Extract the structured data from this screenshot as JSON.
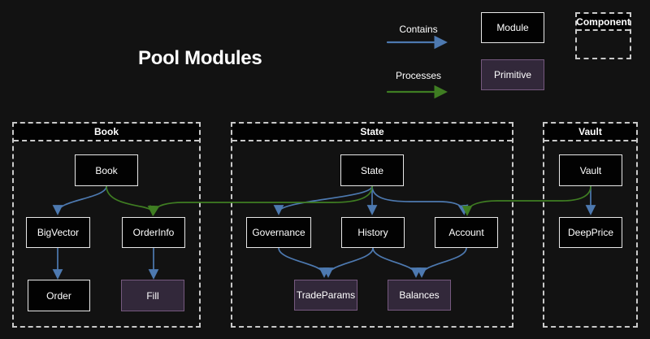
{
  "title": "Pool Modules",
  "legend": {
    "contains": "Contains",
    "processes": "Processes",
    "module": "Module",
    "primitive": "Primitive",
    "component": "Component"
  },
  "colors": {
    "background": "#121212",
    "contains_edge": "#4d79b0",
    "processes_edge": "#3f7d22",
    "module_fill": "#020202",
    "module_border": "#e8e8e8",
    "primitive_fill": "#32283a",
    "primitive_border": "#76597f",
    "container_border": "#c9c9c9",
    "text": "#ffffff"
  },
  "containers": [
    {
      "label": "Book",
      "nodes": [
        {
          "label": "Book",
          "type": "module"
        },
        {
          "label": "BigVector",
          "type": "module"
        },
        {
          "label": "OrderInfo",
          "type": "module"
        },
        {
          "label": "Order",
          "type": "module"
        },
        {
          "label": "Fill",
          "type": "primitive"
        }
      ]
    },
    {
      "label": "State",
      "nodes": [
        {
          "label": "State",
          "type": "module"
        },
        {
          "label": "Governance",
          "type": "module"
        },
        {
          "label": "History",
          "type": "module"
        },
        {
          "label": "Account",
          "type": "module"
        },
        {
          "label": "TradeParams",
          "type": "primitive"
        },
        {
          "label": "Balances",
          "type": "primitive"
        }
      ]
    },
    {
      "label": "Vault",
      "nodes": [
        {
          "label": "Vault",
          "type": "module"
        },
        {
          "label": "DeepPrice",
          "type": "module"
        }
      ]
    }
  ],
  "edges": [
    {
      "from": "Book",
      "to": "BigVector",
      "type": "contains"
    },
    {
      "from": "BigVector",
      "to": "Order",
      "type": "contains"
    },
    {
      "from": "OrderInfo",
      "to": "Fill",
      "type": "contains"
    },
    {
      "from": "State",
      "to": "Governance",
      "type": "contains"
    },
    {
      "from": "State",
      "to": "History",
      "type": "contains"
    },
    {
      "from": "State",
      "to": "Account",
      "type": "contains"
    },
    {
      "from": "Governance",
      "to": "TradeParams",
      "type": "contains"
    },
    {
      "from": "History",
      "to": "TradeParams",
      "type": "contains"
    },
    {
      "from": "History",
      "to": "Balances",
      "type": "contains"
    },
    {
      "from": "Account",
      "to": "Balances",
      "type": "contains"
    },
    {
      "from": "Vault",
      "to": "DeepPrice",
      "type": "contains"
    },
    {
      "from": "Book",
      "to": "OrderInfo",
      "type": "processes"
    },
    {
      "from": "State",
      "to": "OrderInfo",
      "type": "processes"
    },
    {
      "from": "Vault",
      "to": "Account",
      "type": "processes"
    }
  ]
}
